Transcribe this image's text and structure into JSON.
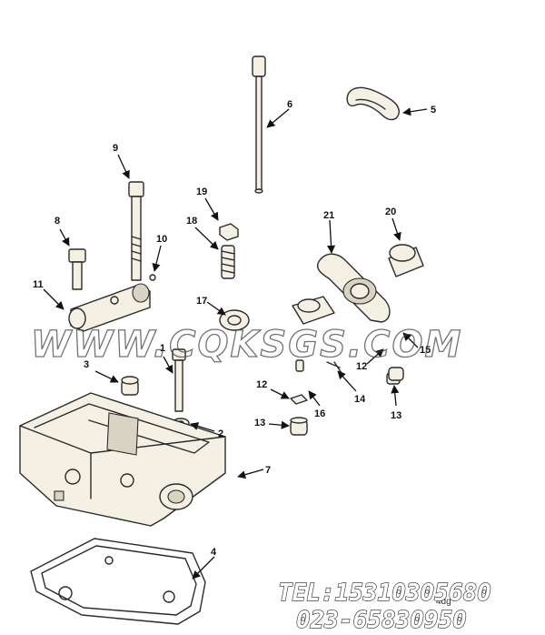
{
  "labels": {
    "l1": "1",
    "l2": "2",
    "l3": "3",
    "l4": "4",
    "l5": "5",
    "l6": "6",
    "l7": "7",
    "l8": "8",
    "l9": "9",
    "l10": "10",
    "l11": "11",
    "l12a": "12",
    "l12b": "12",
    "l13a": "13",
    "l13b": "13",
    "l14": "14",
    "l15": "15",
    "l16": "16",
    "l17": "17",
    "l18": "18",
    "l19": "19",
    "l20": "20",
    "l21": "21"
  },
  "watermark": "WWW.CQKSGS.COM",
  "contact": {
    "tel": "TEL:15310305680",
    "phone": "023-65830950"
  },
  "drawing_number": "4dg"
}
